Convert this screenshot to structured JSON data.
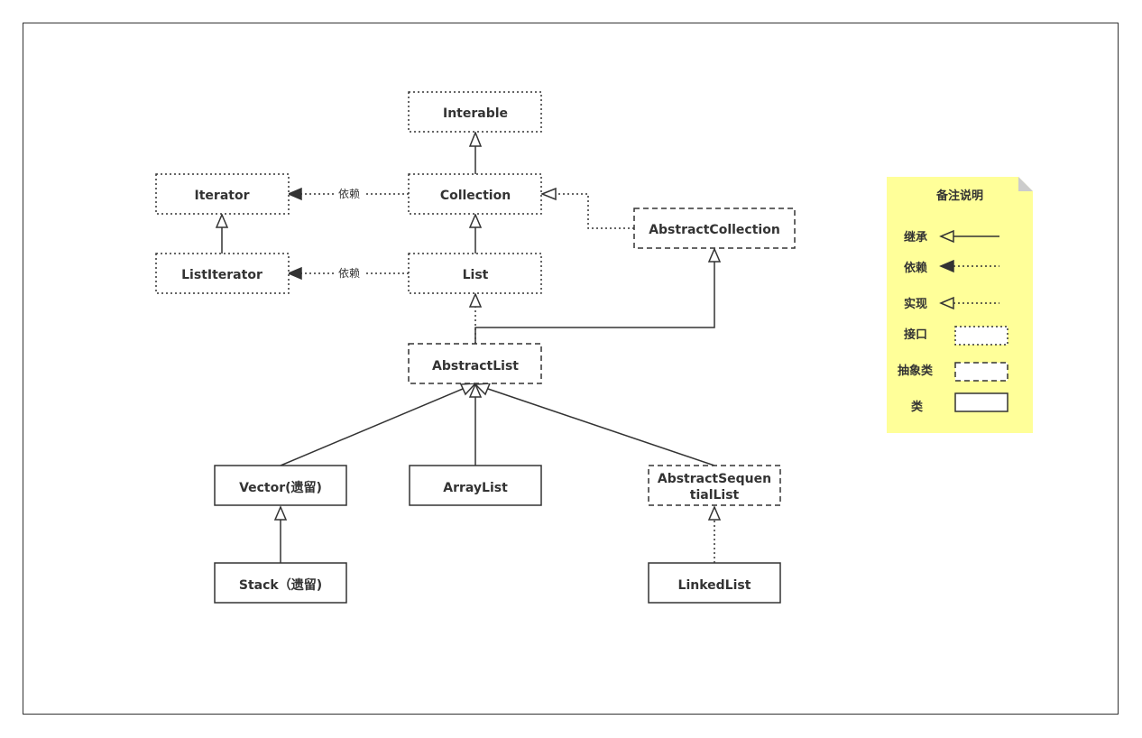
{
  "nodes": {
    "interable": "Interable",
    "iterator": "Iterator",
    "collection": "Collection",
    "abstract_collection": "AbstractCollection",
    "list_iterator": "ListIterator",
    "list": "List",
    "abstract_list": "AbstractList",
    "vector": "Vector(遗留)",
    "array_list": "ArrayList",
    "abstract_sequential_list_line1": "AbstractSequen",
    "abstract_sequential_list_line2": "tialList",
    "stack": "Stack（遗留)",
    "linked_list": "LinkedList"
  },
  "edges": {
    "depends_label_1": "依赖",
    "depends_label_2": "依赖"
  },
  "legend": {
    "title": "备注说明",
    "inherit": "继承",
    "depend": "依赖",
    "implement": "实现",
    "interface": "接口",
    "abstract_class": "抽象类",
    "class": "类"
  },
  "colors": {
    "stroke": "#333333",
    "note_fill": "#ffff99",
    "note_fold": "#cccccc",
    "background": "#ffffff"
  }
}
